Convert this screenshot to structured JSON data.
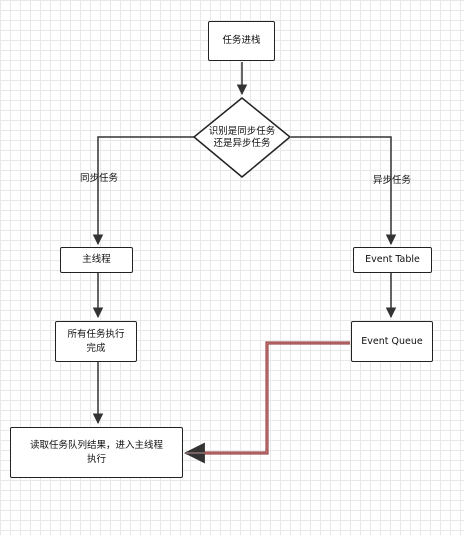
{
  "diagram": {
    "nodes": {
      "push": "任务进栈",
      "decision_line1": "识别是同步任务",
      "decision_line2": "还是异步任务",
      "main_thread": "主线程",
      "sync_done_line1": "所有任务执行",
      "sync_done_line2": "完成",
      "event_table": "Event Table",
      "event_queue": "Event Queue",
      "read_queue_line1": "读取任务队列结果，进入主线程",
      "read_queue_line2": "执行"
    },
    "edges": {
      "sync_label": "同步任务",
      "async_label": "异步任务"
    },
    "colors": {
      "line": "#333333",
      "highlight_line": "#8b2b2b"
    }
  }
}
